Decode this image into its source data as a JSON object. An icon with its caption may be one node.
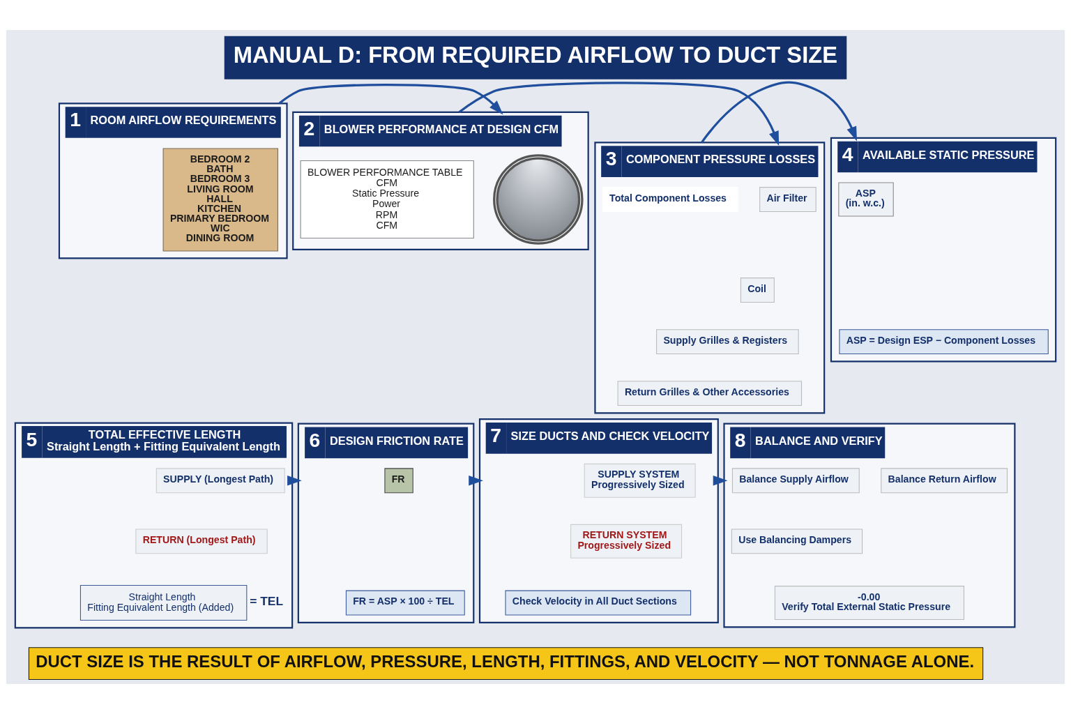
{
  "diagram": {
    "title": "MANUAL D: FROM REQUIRED AIRFLOW TO DUCT SIZE",
    "nodes": [
      {
        "text": [
          "1",
          "ROOM AIRFLOW REQUIREMENTS"
        ]
      },
      {
        "text": [
          "BEDROOM 2",
          "BATH",
          "BEDROOM 3",
          "LIVING ROOM",
          "HALL",
          "KITCHEN",
          "PRIMARY BEDROOM",
          "WIC",
          "DINING ROOM"
        ],
        "in": 0
      },
      {
        "text": [
          "2",
          "BLOWER PERFORMANCE AT DESIGN CFM"
        ]
      },
      {
        "text": [],
        "shape": "picture",
        "in": 2
      },
      {
        "text": [
          "BLOWER PERFORMANCE TABLE",
          "CFM",
          "Static Pressure",
          "Power",
          "RPM",
          "CFM"
        ],
        "in": 2
      },
      {
        "text": [
          "3",
          "COMPONENT PRESSURE LOSSES"
        ]
      },
      {
        "text": [
          "Air Filter"
        ],
        "in": 5
      },
      {
        "text": [
          "Coil"
        ],
        "in": 5
      },
      {
        "text": [
          "Supply Grilles & Registers"
        ],
        "in": 5
      },
      {
        "text": [
          "Return Grilles & Other Accessories"
        ],
        "in": 5
      },
      {
        "text": [
          "Total Component Losses"
        ],
        "in": 5
      },
      {
        "text": [
          "4",
          "AVAILABLE STATIC PRESSURE"
        ]
      },
      {
        "text": [
          "ASP",
          "(in. w.c.)"
        ],
        "in": 11
      },
      {
        "text": [
          "ASP = Design ESP − Component Losses"
        ],
        "in": 11
      },
      {
        "text": [
          "5",
          "TOTAL EFFECTIVE LENGTH",
          "Straight Length + Fitting Equivalent Length"
        ]
      },
      {
        "text": [
          "SUPPLY (Longest Path)"
        ],
        "in": 14
      },
      {
        "text": [
          "RETURN (Longest Path)"
        ],
        "in": 14
      },
      {
        "text": [
          "Straight Length",
          "Fitting Equivalent Length (Added)"
        ],
        "in": 14,
        "beside": [
          "= TEL"
        ]
      },
      {
        "text": [
          "6",
          "DESIGN FRICTION RATE"
        ]
      },
      {
        "text": [
          "FR"
        ],
        "in": 18
      },
      {
        "text": [
          "FR = ASP × 100 ÷ TEL"
        ],
        "in": 18
      },
      {
        "text": [
          "7",
          "SIZE DUCTS AND CHECK VELOCITY"
        ]
      },
      {
        "text": [
          "SUPPLY SYSTEM",
          "Progressively Sized"
        ],
        "in": 21
      },
      {
        "text": [
          "RETURN SYSTEM",
          "Progressively Sized"
        ],
        "in": 21
      },
      {
        "text": [
          "Check Velocity in All Duct Sections"
        ],
        "in": 21
      },
      {
        "text": [
          "8",
          "BALANCE AND VERIFY"
        ]
      },
      {
        "text": [
          "Balance Supply Airflow"
        ],
        "in": 25
      },
      {
        "text": [
          "Balance Return Airflow"
        ],
        "in": 25
      },
      {
        "text": [
          "Use Balancing Dampers"
        ],
        "in": 25
      },
      {
        "text": [
          "-0.00",
          "Verify Total External Static Pressure"
        ],
        "in": 25
      },
      {
        "text": [
          "DUCT SIZE IS THE RESULT OF AIRFLOW, PRESSURE, LENGTH, FITTINGS, AND VELOCITY — NOT TONNAGE ALONE."
        ]
      }
    ],
    "edges": [
      {
        "from": 0,
        "to": 2,
        "arrow": "to"
      },
      {
        "from": 2,
        "to": 5,
        "arrow": "to"
      },
      {
        "from": 5,
        "to": 11,
        "arrow": "to"
      },
      {
        "from": 14,
        "to": 18,
        "arrow": "to"
      },
      {
        "from": 18,
        "to": 21,
        "arrow": "to"
      },
      {
        "from": 21,
        "to": 25,
        "arrow": "to"
      }
    ]
  }
}
